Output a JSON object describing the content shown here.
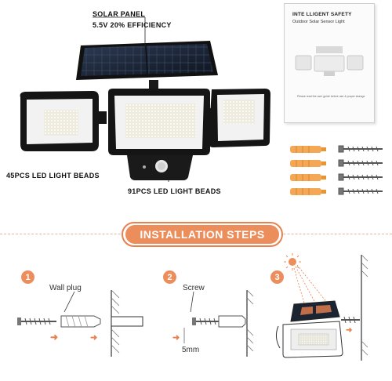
{
  "product": {
    "solar_panel_label": "SOLAR PANEL",
    "efficiency_label": "5.5V 20% EFFICIENCY",
    "side_beads_label": "45PCS LED LIGHT BEADS",
    "center_beads_label": "91PCS LED LIGHT BEADS"
  },
  "booklet": {
    "title": "INTE LLIGENT SAFETY",
    "subtitle": "Outdoor Solar Sensor Light",
    "footnote": "Please read the user guide before use & proper storage"
  },
  "installation": {
    "title": "INSTALLATION STEPS",
    "steps": [
      {
        "number": "1",
        "label": "Wall plug"
      },
      {
        "number": "2",
        "label": "Screw",
        "measure": "5mm"
      },
      {
        "number": "3"
      }
    ]
  },
  "colors": {
    "accent": "#ec8d5c",
    "accent_border": "#e8814f",
    "plug": "#f4a754",
    "panel": "#1a2433"
  }
}
